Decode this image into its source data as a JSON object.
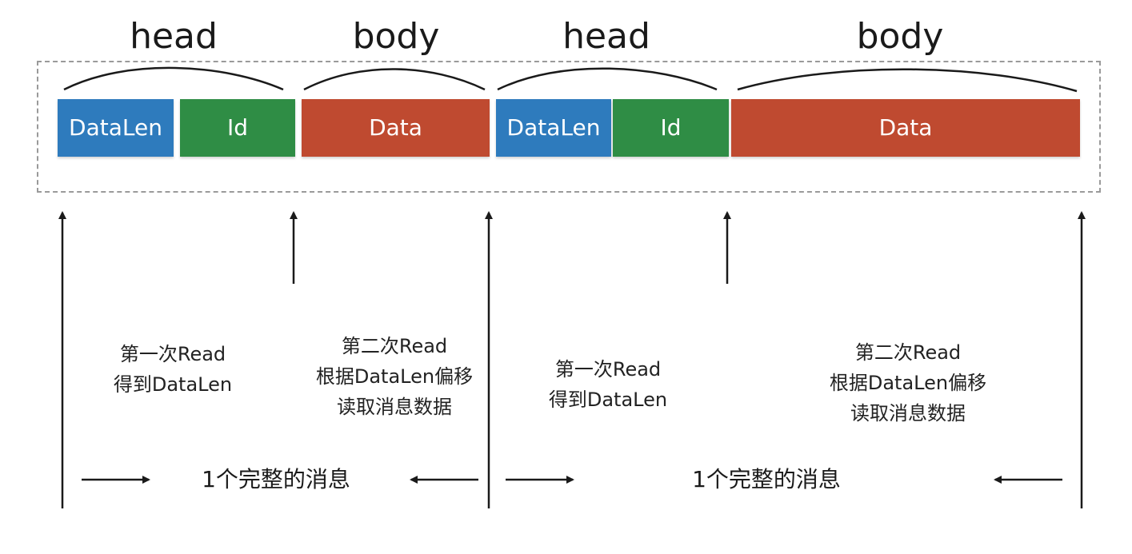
{
  "labels": {
    "head": "head",
    "body": "body"
  },
  "blocks": {
    "datalen": "DataLen",
    "id": "Id",
    "data": "Data"
  },
  "notes": {
    "first_read_line1": "第一次Read",
    "first_read_line2": "得到DataLen",
    "second_read_line1": "第二次Read",
    "second_read_line2": "根据DataLen偏移",
    "second_read_line3": "读取消息数据"
  },
  "message_label": "1个完整的消息",
  "colors": {
    "datalen": "#2e7bbd",
    "id": "#2f8d45",
    "data": "#bf4a30",
    "frame": "#9a9a9a",
    "line": "#1a1a1a"
  }
}
